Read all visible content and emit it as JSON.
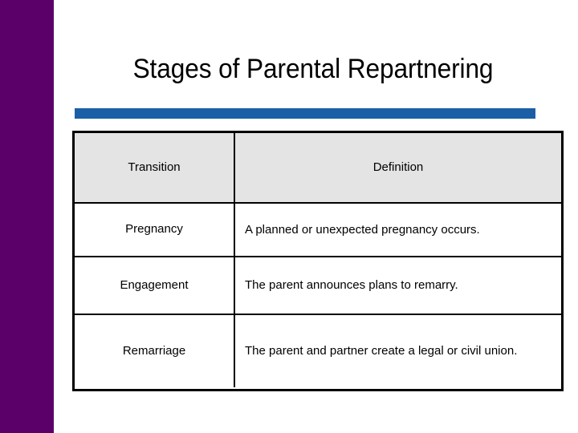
{
  "slide": {
    "title": "Stages of Parental Repartnering",
    "accent_bar_color": "#1a5fa5",
    "sidebar_band_color": "#5c0069",
    "background_color": "#ffffff",
    "header_fill_color": "#e4e4e4",
    "border_color": "#000000",
    "text_color": "#000000"
  },
  "table": {
    "columns": [
      {
        "key": "transition",
        "label": "Transition"
      },
      {
        "key": "definition",
        "label": "Definition"
      }
    ],
    "rows": [
      {
        "transition": "Pregnancy",
        "definition": "A planned or unexpected pregnancy occurs."
      },
      {
        "transition": "Engagement",
        "definition": "The parent announces plans to remarry."
      },
      {
        "transition": "Remarriage",
        "definition": "The parent and partner create a legal or civil union."
      }
    ]
  }
}
